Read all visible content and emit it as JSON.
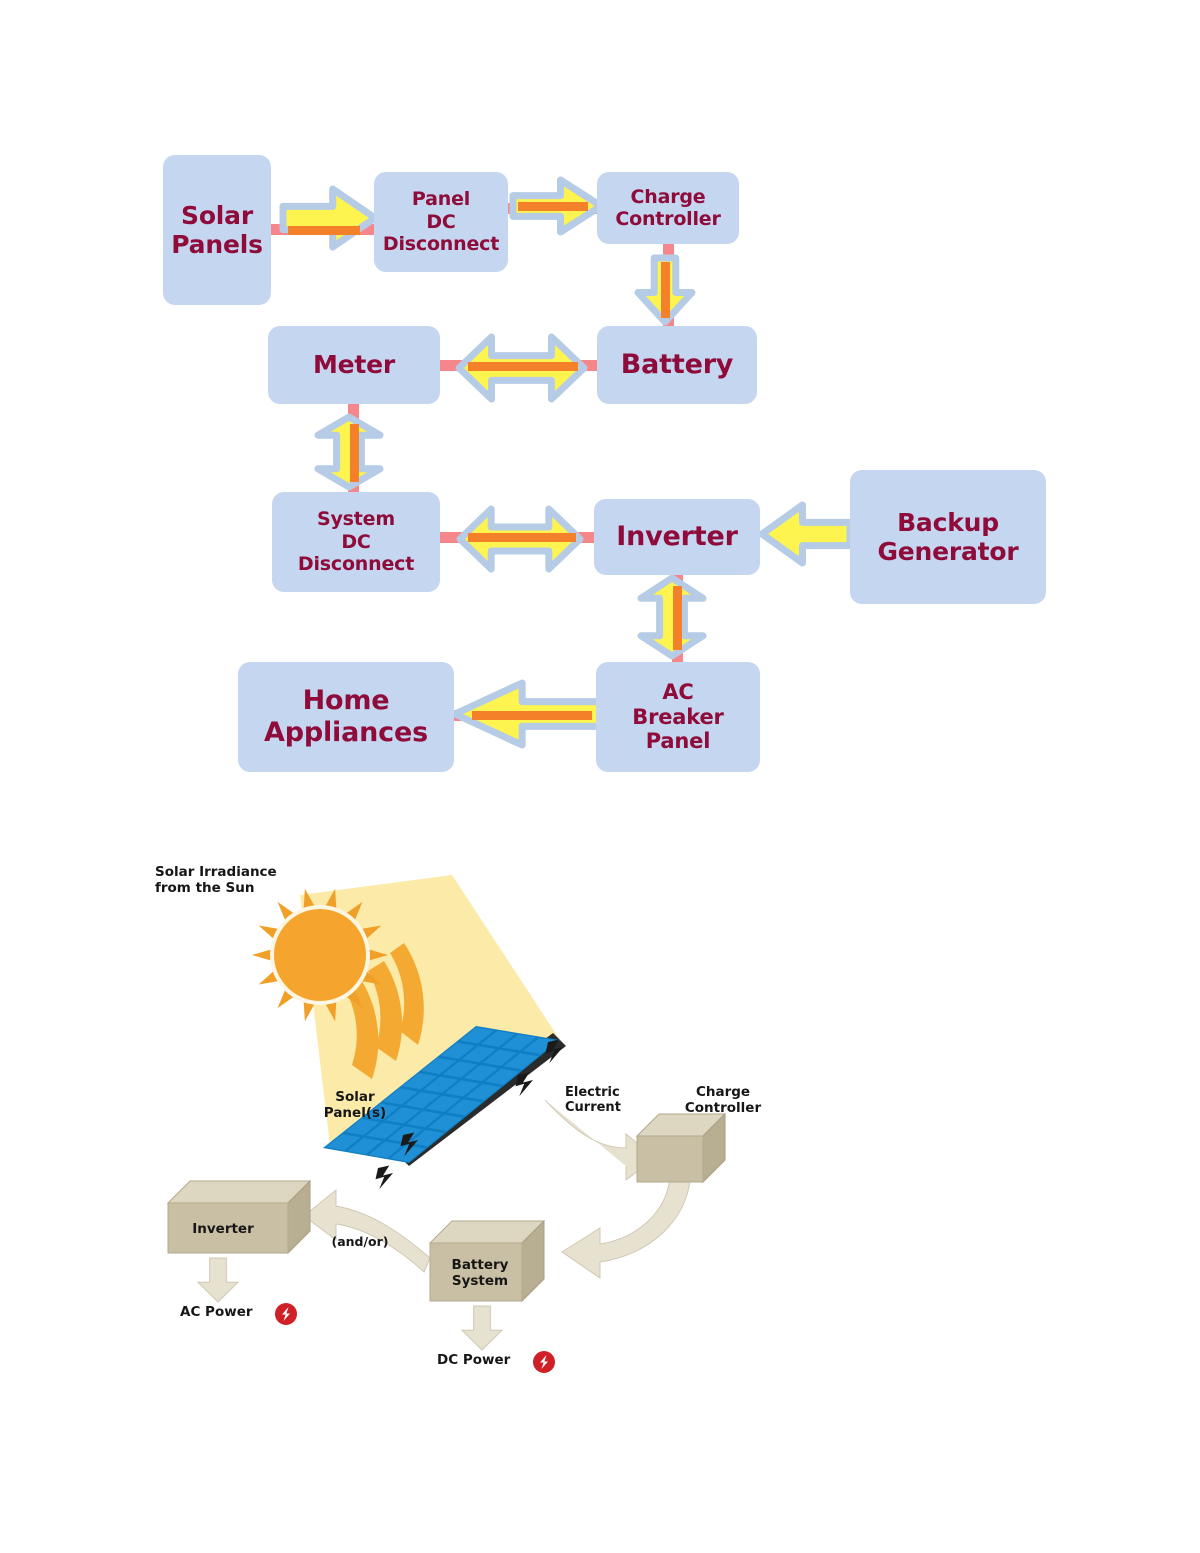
{
  "document": {
    "title": "Solar Power System Diagrams",
    "background_color": "#ffffff"
  },
  "flowchart": {
    "name": "Solar power system block diagram",
    "colors": {
      "box_fill": "#c5d7f0",
      "box_text": "#8e0b3a",
      "arrow_fill": "#fdf44f",
      "arrow_outline": "#b6cbe6",
      "connector_line": "#f5868a",
      "connector_bar": "#f4812a"
    },
    "nodes": [
      {
        "id": "solar-panels",
        "label": "Solar\nPanels"
      },
      {
        "id": "panel-dc-disconnect",
        "label": "Panel\nDC\nDisconnect"
      },
      {
        "id": "charge-controller",
        "label": "Charge\nController"
      },
      {
        "id": "battery",
        "label": "Battery"
      },
      {
        "id": "meter",
        "label": "Meter"
      },
      {
        "id": "system-dc-disconnect",
        "label": "System\nDC\nDisconnect"
      },
      {
        "id": "inverter",
        "label": "Inverter"
      },
      {
        "id": "backup-generator",
        "label": "Backup\nGenerator"
      },
      {
        "id": "ac-breaker-panel",
        "label": "AC\nBreaker\nPanel"
      },
      {
        "id": "home-appliances",
        "label": "Home\nAppliances"
      }
    ],
    "connections": [
      {
        "from": "solar-panels",
        "to": "panel-dc-disconnect",
        "direction": "right"
      },
      {
        "from": "panel-dc-disconnect",
        "to": "charge-controller",
        "direction": "right"
      },
      {
        "from": "charge-controller",
        "to": "battery",
        "direction": "down"
      },
      {
        "from": "battery",
        "to": "meter",
        "direction": "both-horizontal"
      },
      {
        "from": "meter",
        "to": "system-dc-disconnect",
        "direction": "both-vertical"
      },
      {
        "from": "system-dc-disconnect",
        "to": "inverter",
        "direction": "both-horizontal"
      },
      {
        "from": "backup-generator",
        "to": "inverter",
        "direction": "left"
      },
      {
        "from": "inverter",
        "to": "ac-breaker-panel",
        "direction": "both-vertical"
      },
      {
        "from": "ac-breaker-panel",
        "to": "home-appliances",
        "direction": "left"
      }
    ]
  },
  "illustration": {
    "name": "Solar irradiance to power illustration",
    "colors": {
      "sun": "#f5a52e",
      "beam": "#fbeaa8",
      "panel_cell": "#1f8fd6",
      "panel_edge": "#2b2b2b",
      "box_face": "#c8bfa4",
      "box_top": "#ddd6c0",
      "arrow_fill": "#e7e1d0",
      "badge": "#cf2027",
      "text": "#161616"
    },
    "labels": {
      "irradiance": "Solar Irradiance\nfrom the Sun",
      "solar_panels": "Solar\nPanel(s)",
      "electric_current": "Electric\nCurrent",
      "charge_controller": "Charge\nController",
      "inverter": "Inverter",
      "and_or": "(and/or)",
      "battery_system": "Battery\nSystem",
      "ac_power": "AC Power",
      "dc_power": "DC Power"
    },
    "icons": {
      "sun": "sun-icon",
      "lightning": "lightning-bolt-icon",
      "ac_badge": "power-bolt-badge-icon",
      "dc_badge": "power-bolt-badge-icon"
    }
  }
}
